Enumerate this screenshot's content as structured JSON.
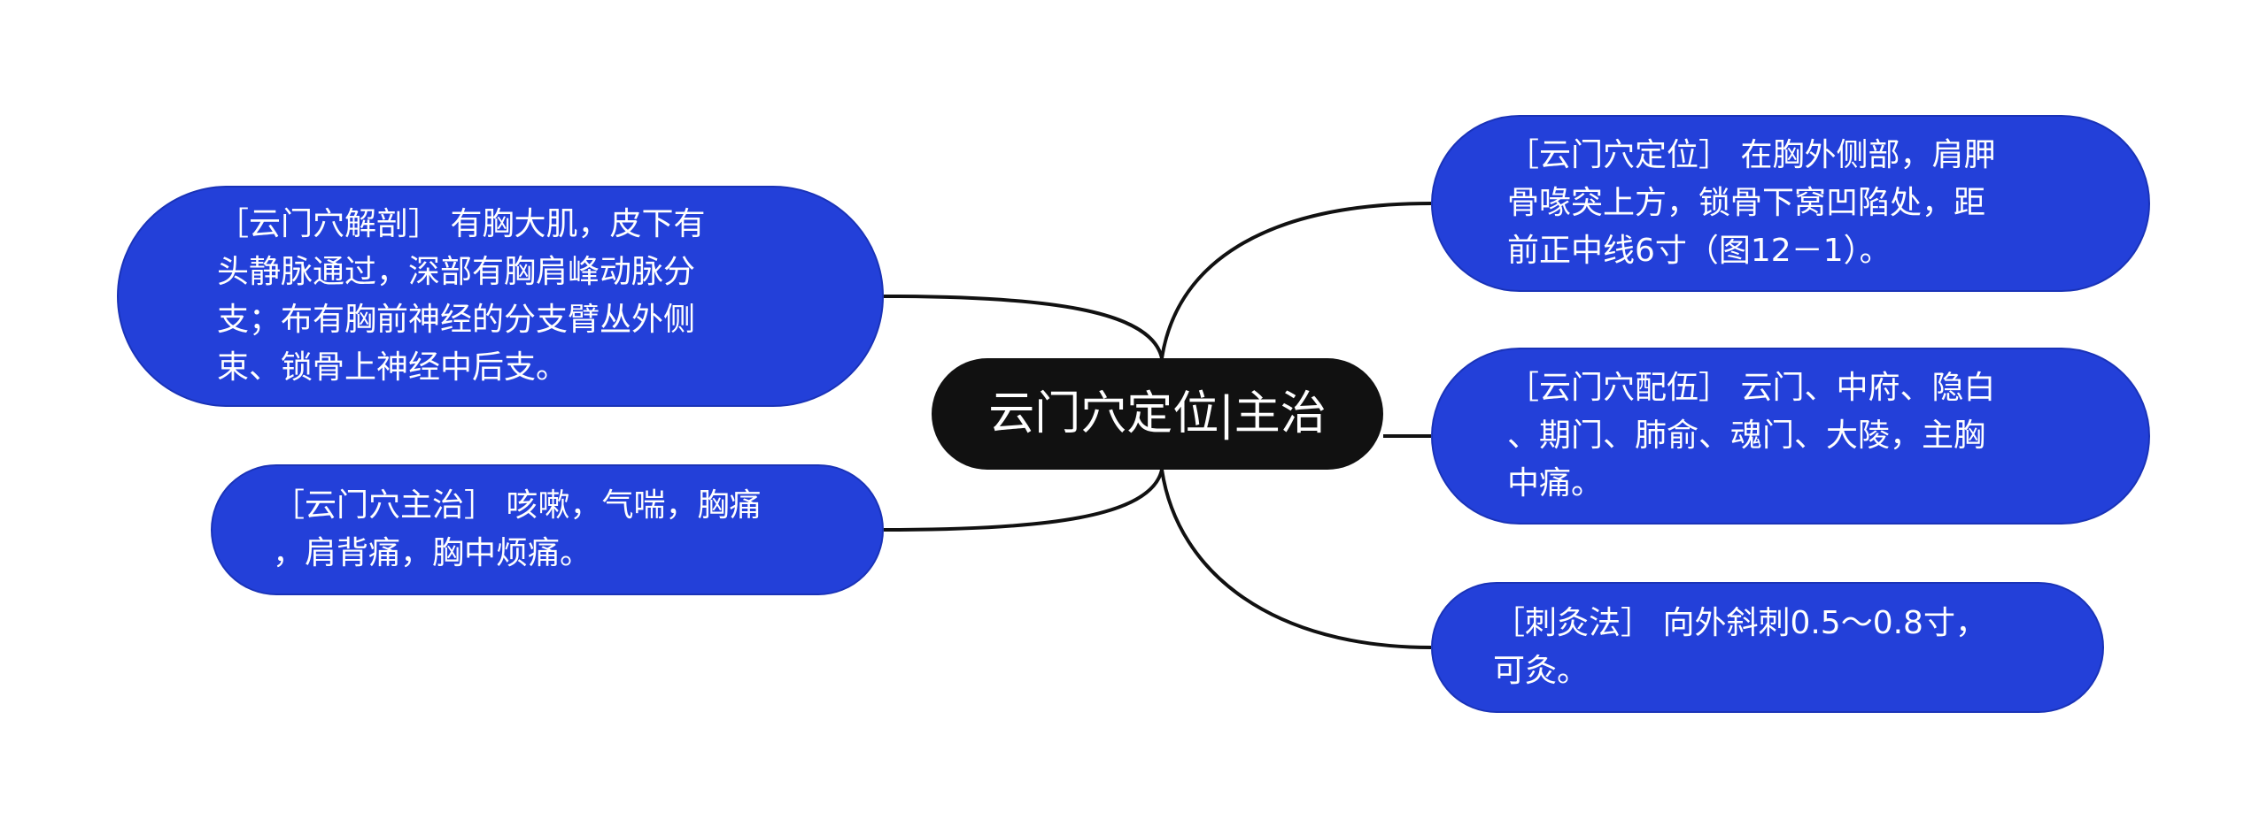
{
  "central": {
    "title": "云门穴定位|主治"
  },
  "branches": {
    "anatomy": "［云门穴解剖］ 有胸大肌，皮下有\n头静脉通过，深部有胸肩峰动脉分\n支；布有胸前神经的分支臂丛外侧\n束、锁骨上神经中后支。",
    "indication": "［云门穴主治］ 咳嗽，气喘，胸痛\n，肩背痛，胸中烦痛。",
    "location": "［云门穴定位］ 在胸外侧部，肩胛\n骨喙突上方，锁骨下窝凹陷处，距\n前正中线6寸（图12－1）。",
    "combination": "［云门穴配伍］ 云门、中府、隐白\n、期门、肺俞、魂门、大陵，主胸\n中痛。",
    "technique": "［刺灸法］ 向外斜刺0.5～0.8寸，\n可灸。"
  },
  "colors": {
    "central_bg": "#111111",
    "node_bg": "#2340d9",
    "connector": "#111111",
    "text": "#ffffff"
  }
}
